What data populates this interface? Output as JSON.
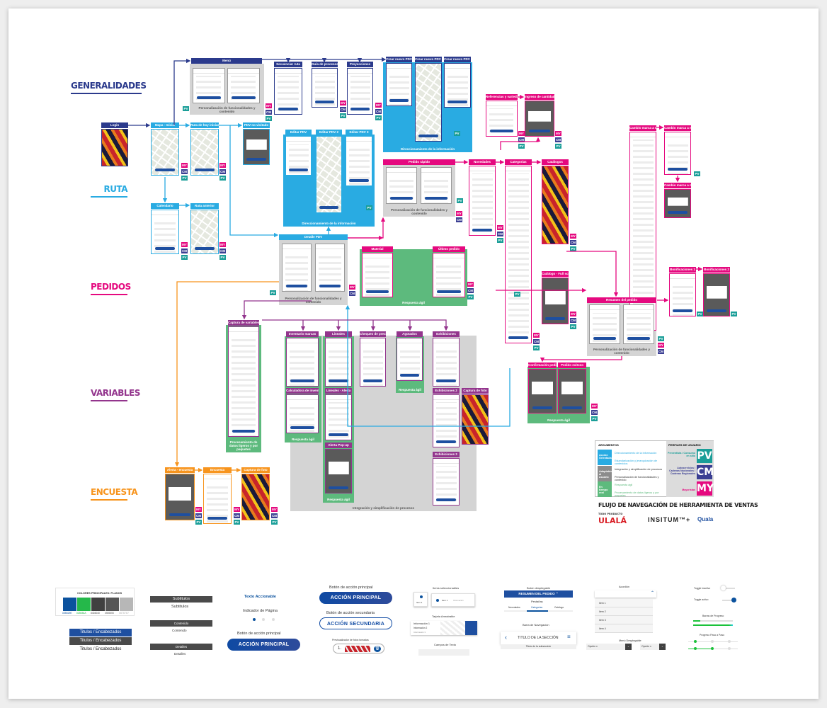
{
  "sections": {
    "generalidades": "GENERALIDADES",
    "ruta": "RUTA",
    "pedidos": "PEDIDOS",
    "variables": "VARIABLES",
    "encuesta": "ENCUESTA"
  },
  "colors": {
    "generalidades": "#2b3a8c",
    "ruta": "#29abe2",
    "pedidos": "#e5097f",
    "variables": "#93358d",
    "encuesta": "#f7941d",
    "respuesta_agil": "#5dba7d",
    "integracion": "#d4d4d4",
    "direccionamiento": "#29abe2"
  },
  "panels": [
    {
      "id": "menu",
      "caption": "Personalización de funcionalidades y contenido"
    },
    {
      "id": "crear-pdv",
      "caption": "Direccionamiento de la información"
    },
    {
      "id": "editar-pdv",
      "caption": "Direccionamiento de la información"
    },
    {
      "id": "detalle-pdv",
      "caption": "Personalización de funcionalidades y contenido"
    },
    {
      "id": "pedido-rapido",
      "caption": "Personalización de funcionalidades y contenido"
    },
    {
      "id": "material",
      "caption": "Respuesta ágil"
    },
    {
      "id": "resumen",
      "caption": "Personalización de funcionalidades y contenido"
    },
    {
      "id": "confirmacion",
      "caption": "Respuesta ágil"
    },
    {
      "id": "captura-variables",
      "caption": "Procesamiento de datos ligeros y por paquetes"
    },
    {
      "id": "integracion",
      "caption": "Integración y simplificación de procesos"
    },
    {
      "id": "inventario",
      "caption": "Respuesta ágil"
    },
    {
      "id": "agotados",
      "caption": "Respuesta ágil"
    },
    {
      "id": "alerta-popup",
      "caption": "Respuesta ágil"
    }
  ],
  "screens": [
    {
      "title": "Login",
      "section": "generalidades"
    },
    {
      "title": "Menú",
      "section": "generalidades"
    },
    {
      "title": "Secuenciar ruta",
      "section": "generalidades"
    },
    {
      "title": "Guía de procesos",
      "section": "generalidades"
    },
    {
      "title": "Proyecciones",
      "section": "generalidades"
    },
    {
      "title": "Crear nuevo PDV",
      "section": "generalidades"
    },
    {
      "title": "Crear nuevo PDV 2",
      "section": "generalidades"
    },
    {
      "title": "Crear nuevo PDV 3",
      "section": "generalidades"
    },
    {
      "title": "Mapa - Inicial",
      "section": "ruta"
    },
    {
      "title": "Ruta de hoy iniciada",
      "section": "ruta"
    },
    {
      "title": "PDV no visitado",
      "section": "ruta"
    },
    {
      "title": "Calendario",
      "section": "ruta"
    },
    {
      "title": "Ruta anterior",
      "section": "ruta"
    },
    {
      "title": "Editar PDV",
      "section": "ruta"
    },
    {
      "title": "Editar PDV 2",
      "section": "ruta"
    },
    {
      "title": "Editar PDV 3",
      "section": "ruta"
    },
    {
      "title": "Detalle PDV",
      "section": "ruta"
    },
    {
      "title": "Referencias y variedades",
      "section": "pedidos"
    },
    {
      "title": "Ingreso de cantidades",
      "section": "pedidos"
    },
    {
      "title": "Pedido rápido",
      "section": "pedidos"
    },
    {
      "title": "Novedades",
      "section": "pedidos"
    },
    {
      "title": "Categorías",
      "section": "pedidos"
    },
    {
      "title": "Catálogos",
      "section": "pedidos"
    },
    {
      "title": "Catálogo - Full screen",
      "section": "pedidos"
    },
    {
      "title": "Cambio marca a marca 1",
      "section": "pedidos"
    },
    {
      "title": "Cambio marca a marca 2",
      "section": "pedidos"
    },
    {
      "title": "Cambio marca a marca 3",
      "section": "pedidos"
    },
    {
      "title": "Bonificaciones 1",
      "section": "pedidos"
    },
    {
      "title": "Bonificaciones 2",
      "section": "pedidos"
    },
    {
      "title": "Resumen del pedido",
      "section": "pedidos"
    },
    {
      "title": "Confirmación pedido",
      "section": "pedidos"
    },
    {
      "title": "Pedido exitoso",
      "section": "pedidos"
    },
    {
      "title": "Material",
      "section": "pedidos"
    },
    {
      "title": "Último pedido",
      "section": "pedidos"
    },
    {
      "title": "Captura de variables",
      "section": "variables"
    },
    {
      "title": "Inventario marcas",
      "section": "variables"
    },
    {
      "title": "Calculadora de inventario",
      "section": "variables"
    },
    {
      "title": "Lineales",
      "section": "variables"
    },
    {
      "title": "Lineales - Alerta",
      "section": "variables"
    },
    {
      "title": "Alerta Pop-up",
      "section": "variables"
    },
    {
      "title": "Chequeo de precios",
      "section": "variables"
    },
    {
      "title": "Agotados",
      "section": "variables"
    },
    {
      "title": "Exhibiciones",
      "section": "variables"
    },
    {
      "title": "Exhibiciones 2",
      "section": "variables"
    },
    {
      "title": "Exhibiciones 3",
      "section": "variables"
    },
    {
      "title": "Captura de foto",
      "section": "variables"
    },
    {
      "title": "Alerta - encuesta",
      "section": "encuesta"
    },
    {
      "title": "Encuesta",
      "section": "encuesta"
    },
    {
      "title": "Captura de foto",
      "section": "encuesta"
    }
  ],
  "legend": {
    "arguments_title": "ARGUMENTOS",
    "profiles_title": "PERFILES DE USUARIO",
    "rows": [
      {
        "label": "Acción Orientada",
        "color": "#29abe2",
        "items": [
          "Direccionamiento de la información",
          "Estandarización y jerarquización de contenidos"
        ]
      },
      {
        "label": "Adaptable al usuario",
        "color": "#8c8c8c",
        "items": [
          "Integración y simplificación de procesos",
          "Personalización de funcionalidades y contenido"
        ]
      },
      {
        "label": "En tiempo real",
        "color": "#5dba7d",
        "items": [
          "Respuesta ágil",
          "Procesamiento de datos ligeros y por paquetes"
        ]
      }
    ],
    "profiles": [
      {
        "code": "PV",
        "desc": "Preventista / Consumo en sitio",
        "color": "#1a9e98"
      },
      {
        "code": "CM",
        "desc": "Autoservicios / Cadenas Nacionales / Cadenas Regionales",
        "color": "#3b3f93"
      },
      {
        "code": "MY",
        "desc": "Mayoristas",
        "color": "#e5097f"
      }
    ]
  },
  "title": "FLUJO DE NAVEGACIÓN DE HERRAMIENTA DE VENTAS",
  "logos": {
    "ulala": "ULALÁ",
    "ulala_tag": "TODO PRODUCTO",
    "insitum": "INSITUM™+",
    "quala": "Quala"
  },
  "style_guide": {
    "colors_title": "COLORES PRINCIPALES: PLANOS",
    "swatches": [
      {
        "hex": "#0B529E",
        "color": "#0b529e"
      },
      {
        "hex": "#25B84A",
        "color": "#25b84a"
      },
      {
        "hex": "#404040",
        "color": "#404040"
      },
      {
        "hex": "#555555",
        "color": "#555555"
      },
      {
        "hex": "#B7B7B7",
        "color": "#b7b7b7"
      }
    ],
    "titles": [
      "Titulos / Encabezados",
      "Titulos / Encabezados",
      "Titulos / Encabezados"
    ],
    "subtitles": [
      "Subtitulos",
      "Subtitulos"
    ],
    "content": [
      "Contenido",
      "Contenido"
    ],
    "details": [
      "Detalles",
      "Detalles"
    ],
    "actionable_text": "Texto Accionable",
    "page_indicator": "Indicador de Página",
    "primary_label": "Botón de acción principal",
    "primary_button": "ACCIÓN PRINCIPAL",
    "secondary_label": "Botón de acción secundaria",
    "secondary_button": "ACCIÓN SECUNDARIA",
    "photo_preview_label": "Previsualizador de fotos tomadas",
    "photo_preview_index": "1.",
    "selectable_items": "Items seleccionables",
    "item1": "Item 1",
    "item1_info": "Información",
    "card_label": "Tarjeta Arrastrable",
    "card_info": [
      "Información 1",
      "Información 2",
      "Información 3"
    ],
    "text_fields": "Campos de Texto",
    "dropdown_button": "Botón desplegable",
    "dropdown_button_text": "RESUMEN DEL PEDIDO",
    "tabs_label": "Pestañas",
    "tabs": [
      "Novedades",
      "Categorías",
      "Catálogo"
    ],
    "navbar_label": "Barra de Navegación",
    "navbar_title": "TITULO DE LA SECCIÓN",
    "navbar_subtitle": "Titulo de la subsección",
    "accordion_label": "Acordión",
    "accordion_items": [
      "Item 1",
      "Item 2",
      "Item 3",
      "Item 4"
    ],
    "menu_label": "Menú Desplegable",
    "menu_options": [
      "Opción x",
      "Opción x"
    ],
    "toggle_off": "Toggle inactivo",
    "toggle_on": "Toggle activo",
    "progress_label": "Barras de Progreso",
    "progress_values": [
      0.18,
      1.0
    ],
    "steps_label": "Progreso Paso a Paso"
  }
}
